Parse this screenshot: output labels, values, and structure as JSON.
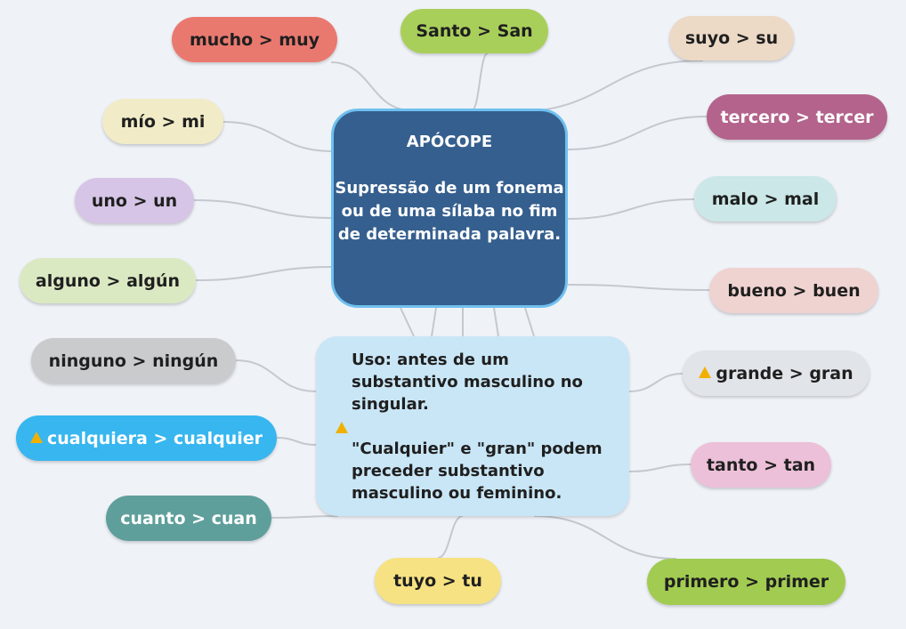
{
  "center": {
    "title": "APÓCOPE",
    "definition": "Supressão de um fonema ou de uma sílaba no fim de determinada palavra."
  },
  "usage": {
    "rule": "Uso: antes de um substantivo masculino no singular.",
    "note": "\"Cualquier\" e \"gran\" podem preceder substantivo masculino ou feminino."
  },
  "icons": {
    "warning": "warning-icon"
  },
  "colors": {
    "center_fill": "#355f8e",
    "center_border": "#6fc0ee",
    "usage_fill": "#c9e6f6",
    "connector": "#c4c8cf",
    "warning": "#f1b000"
  },
  "nodes": [
    {
      "id": "mucho",
      "label": "mucho > muy",
      "color": "#e9796f",
      "warning": false
    },
    {
      "id": "santo",
      "label": "Santo > San",
      "color": "#a9cf5b",
      "warning": false
    },
    {
      "id": "suyo",
      "label": "suyo > su",
      "color": "#ecd9c6",
      "warning": false
    },
    {
      "id": "mio",
      "label": "mío > mi",
      "color": "#f1ecc7",
      "warning": false
    },
    {
      "id": "tercero",
      "label": "tercero > tercer",
      "color": "#b3638c",
      "warning": false
    },
    {
      "id": "uno",
      "label": "uno > un",
      "color": "#d6c5e6",
      "warning": false
    },
    {
      "id": "malo",
      "label": "malo > mal",
      "color": "#cbe7e7",
      "warning": false
    },
    {
      "id": "alguno",
      "label": "alguno > algún",
      "color": "#dbe9c3",
      "warning": false
    },
    {
      "id": "bueno",
      "label": "bueno > buen",
      "color": "#efd3d0",
      "warning": false
    },
    {
      "id": "ninguno",
      "label": "ninguno > ningún",
      "color": "#c9cbcd",
      "warning": false
    },
    {
      "id": "grande",
      "label": "grande > gran",
      "color": "#e1e4e8",
      "warning": true
    },
    {
      "id": "cualquiera",
      "label": "cualquiera > cualquier",
      "color": "#37b6ef",
      "warning": true
    },
    {
      "id": "tanto",
      "label": "tanto > tan",
      "color": "#ecc0d8",
      "warning": false
    },
    {
      "id": "cuanto",
      "label": "cuanto > cuan",
      "color": "#5e9f9b",
      "warning": false
    },
    {
      "id": "tuyo",
      "label": "tuyo > tu",
      "color": "#f6e282",
      "warning": false
    },
    {
      "id": "primero",
      "label": "primero > primer",
      "color": "#a2cb52",
      "warning": false
    }
  ]
}
